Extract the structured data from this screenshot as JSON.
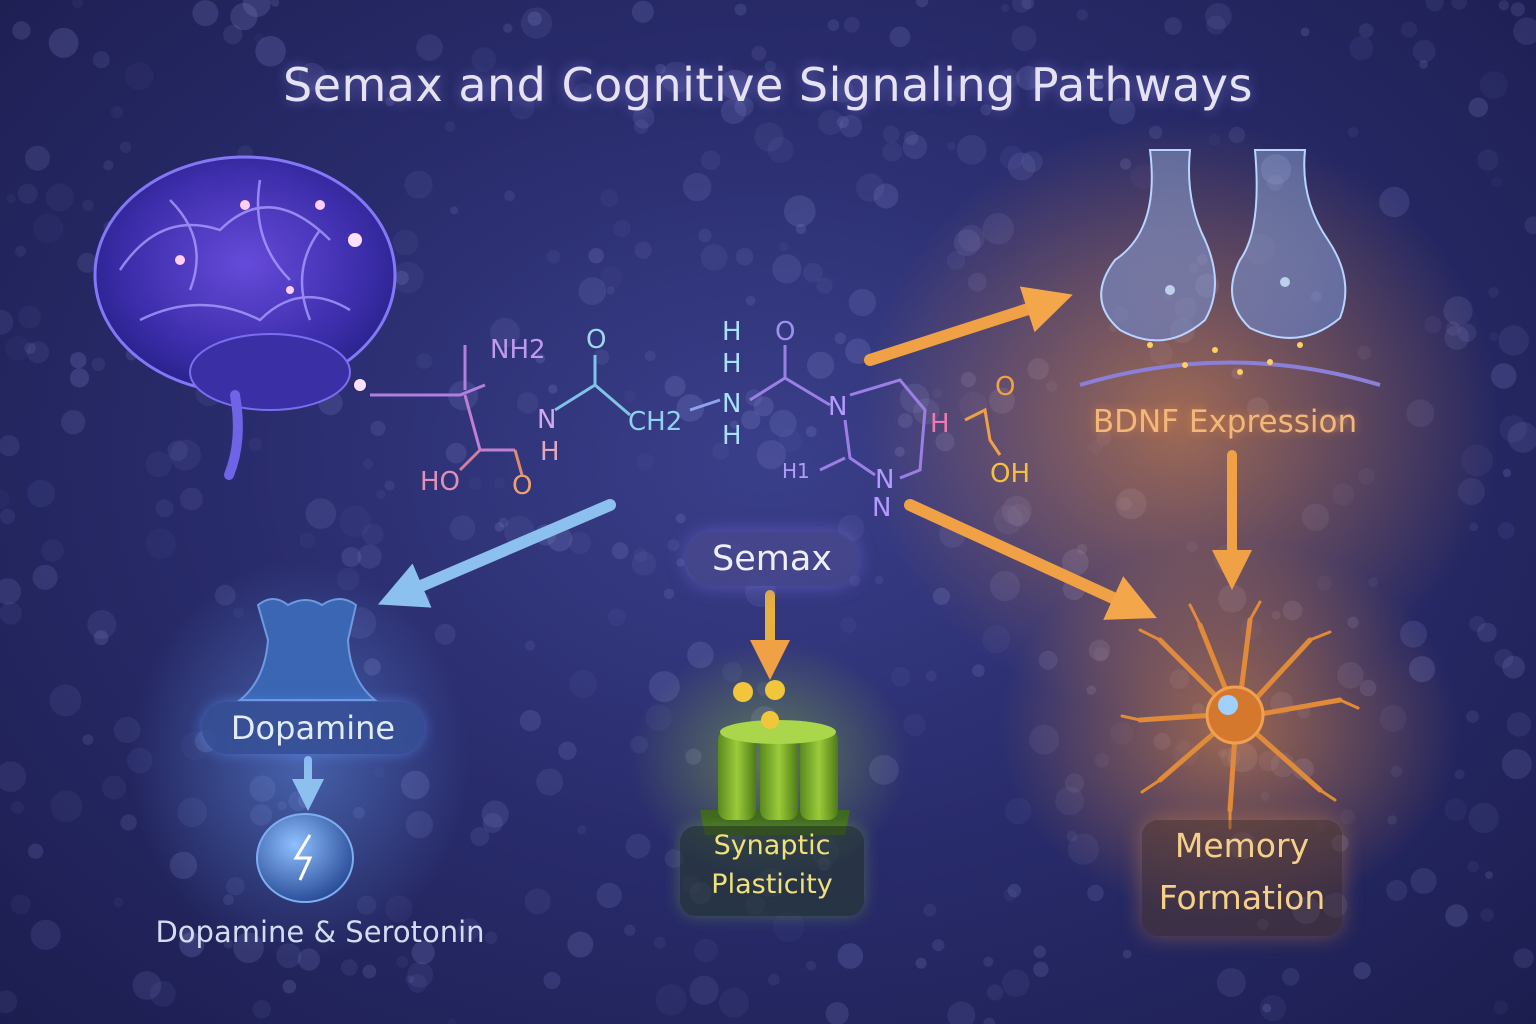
{
  "title": "Semax and Cognitive Signaling Pathways",
  "molecule": {
    "atoms": [
      "NH2",
      "O",
      "H",
      "H",
      "N",
      "H",
      "O",
      "N",
      "CH2",
      "N",
      "H",
      "N",
      "HO",
      "O",
      "H",
      "O",
      "OH",
      "H1",
      "N"
    ]
  },
  "nodes": {
    "semax": "Semax",
    "bdnf": "BDNF Expression",
    "dopamine": "Dopamine",
    "dopamine_serotonin": "Dopamine & Serotonin",
    "synaptic_line1": "Synaptic",
    "synaptic_line2": "Plasticity",
    "memory_line1": "Memory",
    "memory_line2": "Formation"
  },
  "colors": {
    "background": "#2a2d6e",
    "blue_path": "#7fb6ea",
    "orange_path": "#f0a045",
    "green_path": "#8ec23a",
    "molecule_purple": "#9b7fe6",
    "molecule_cyan": "#7fd6e8"
  },
  "icons": [
    "brain-icon",
    "molecule-structure",
    "synapse-icon",
    "receptor-icon",
    "neurotransmitter-sphere-icon",
    "ion-channel-icon",
    "neuron-icon"
  ]
}
